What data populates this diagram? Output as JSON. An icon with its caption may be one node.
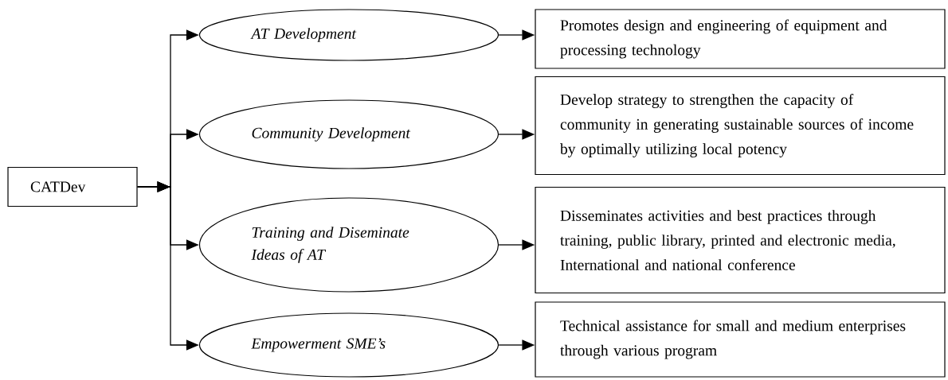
{
  "diagram": {
    "nodes": [
      {
        "text": [
          "CATDev"
        ]
      },
      {
        "text": [
          "AT Development"
        ]
      },
      {
        "text": [
          "Community Development"
        ]
      },
      {
        "text": [
          "Training and Diseminate Ideas of AT"
        ]
      },
      {
        "text": [
          "Empowerment SME’s"
        ]
      },
      {
        "text": [
          "Promotes design and engineering of equipment and processing technology"
        ]
      },
      {
        "text": [
          "Develop strategy to strengthen the capacity of community in generating sustainable sources of income by optimally utilizing local potency"
        ]
      },
      {
        "text": [
          "Disseminates activities and best practices through training, public library, printed and electronic media, International and national conference"
        ]
      },
      {
        "text": [
          "Technical assistance for small and medium enterprises through various program"
        ]
      }
    ],
    "edges": [
      {
        "from": 0,
        "to": 1,
        "arrow": "to"
      },
      {
        "from": 0,
        "to": 2,
        "arrow": "to"
      },
      {
        "from": 0,
        "to": 3,
        "arrow": "to"
      },
      {
        "from": 0,
        "to": 4,
        "arrow": "to"
      },
      {
        "from": 1,
        "to": 5,
        "arrow": "to"
      },
      {
        "from": 2,
        "to": 6,
        "arrow": "to"
      },
      {
        "from": 3,
        "to": 7,
        "arrow": "to"
      },
      {
        "from": 4,
        "to": 8,
        "arrow": "to"
      }
    ]
  }
}
